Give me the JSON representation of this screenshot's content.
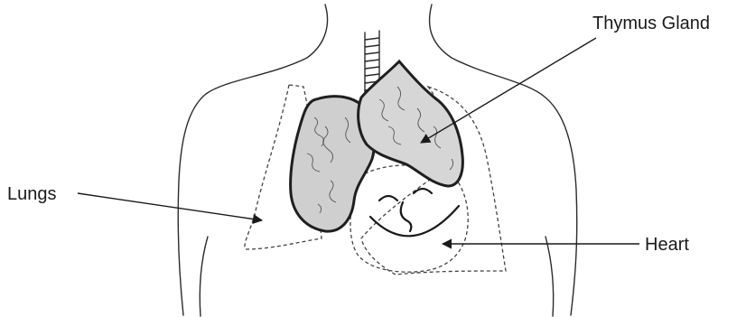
{
  "labels": {
    "thymus": "Thymus Gland",
    "lungs": "Lungs",
    "heart": "Heart"
  },
  "colors": {
    "ink": "#1a1a1a",
    "background": "#ffffff"
  }
}
